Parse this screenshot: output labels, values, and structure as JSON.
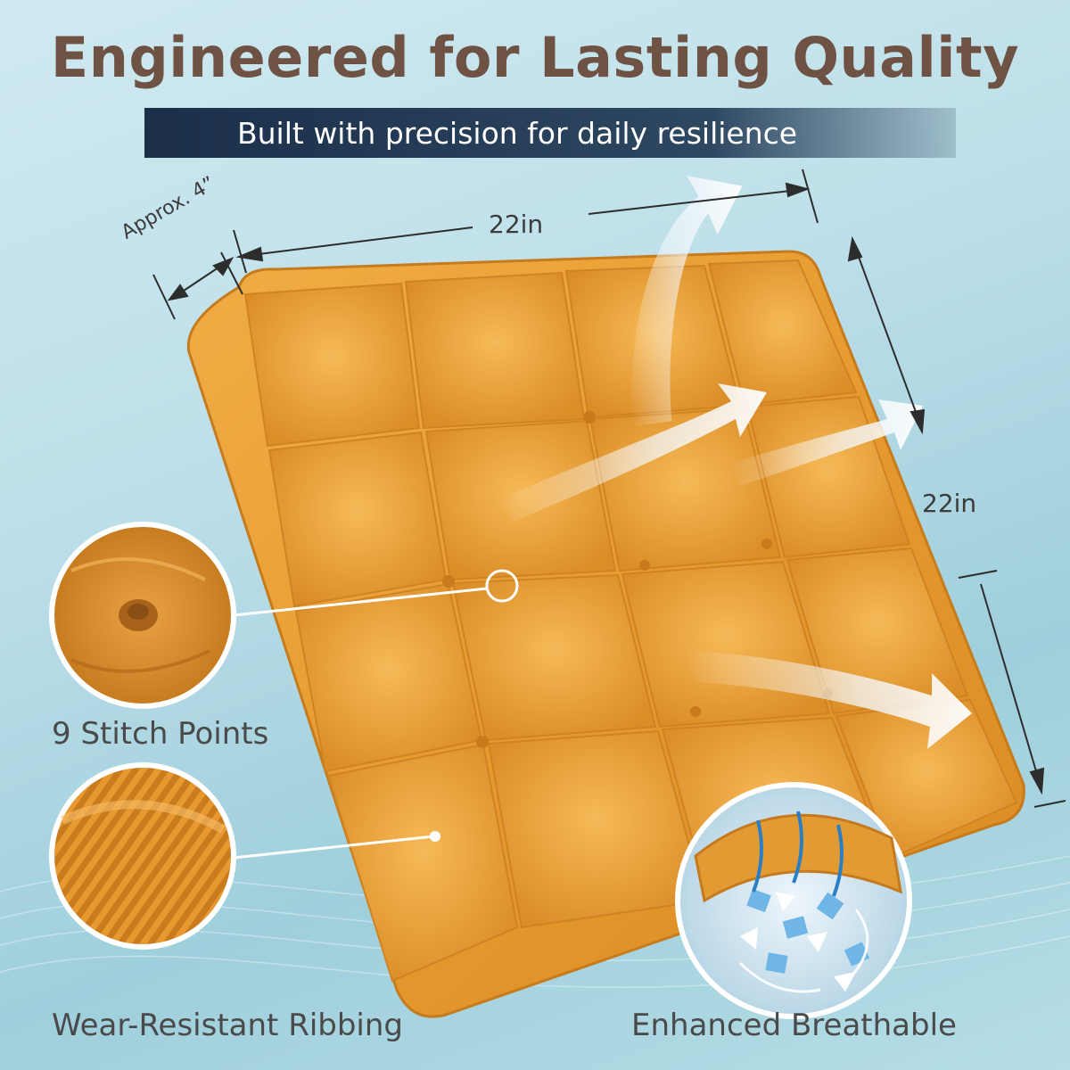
{
  "header": {
    "title": "Engineered for Lasting Quality",
    "subtitle": "Built with precision for daily resilience"
  },
  "dimensions": {
    "thickness": "Approx. 4”",
    "width": "22in",
    "depth": "22in"
  },
  "features": {
    "stitch": "9 Stitch Points",
    "ribbing": "Wear-Resistant Ribbing",
    "breathable": "Enhanced Breathable"
  },
  "colors": {
    "cushion": "#e8a23a",
    "title": "#6e5244",
    "banner": "#1b2f49"
  }
}
